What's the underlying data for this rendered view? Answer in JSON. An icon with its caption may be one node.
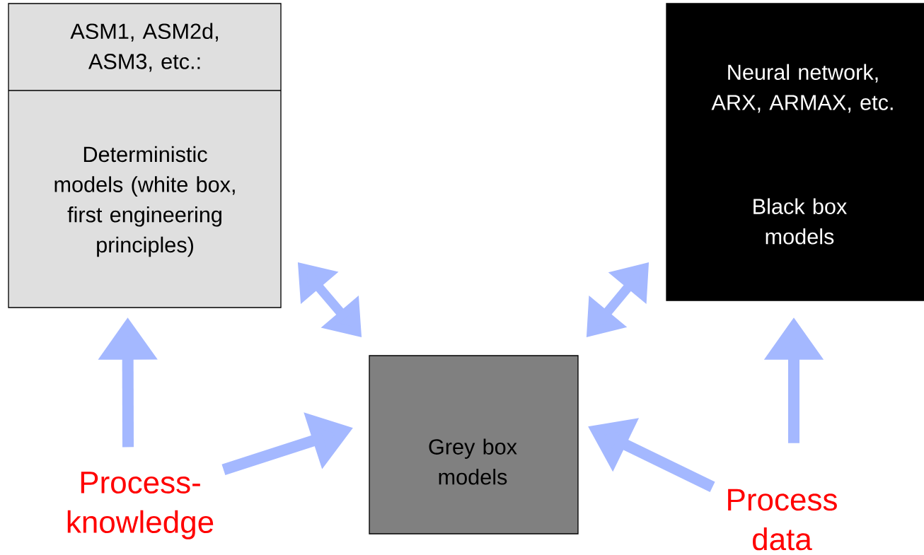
{
  "diagram": {
    "nodes": [
      {
        "text": [
          "ASM1, ASM2d, ASM3, etc.:",
          "Deterministic models (white box, first engineering principles)"
        ]
      },
      {
        "text": [
          "Neural network, ARX, ARMAX, etc.",
          "Black box models"
        ]
      },
      {
        "text": [
          "Grey box models"
        ]
      },
      {
        "text": [
          "Process-knowledge"
        ]
      },
      {
        "text": [
          "Process data"
        ]
      }
    ],
    "edges": [
      {
        "from": 3,
        "to": 0,
        "arrow": "to"
      },
      {
        "from": 3,
        "to": 2,
        "arrow": "to"
      },
      {
        "from": 4,
        "to": 2,
        "arrow": "to"
      },
      {
        "from": 4,
        "to": 1,
        "arrow": "to"
      },
      {
        "from": 0,
        "to": 2,
        "arrow": "both"
      },
      {
        "from": 1,
        "to": 2,
        "arrow": "both"
      }
    ]
  }
}
